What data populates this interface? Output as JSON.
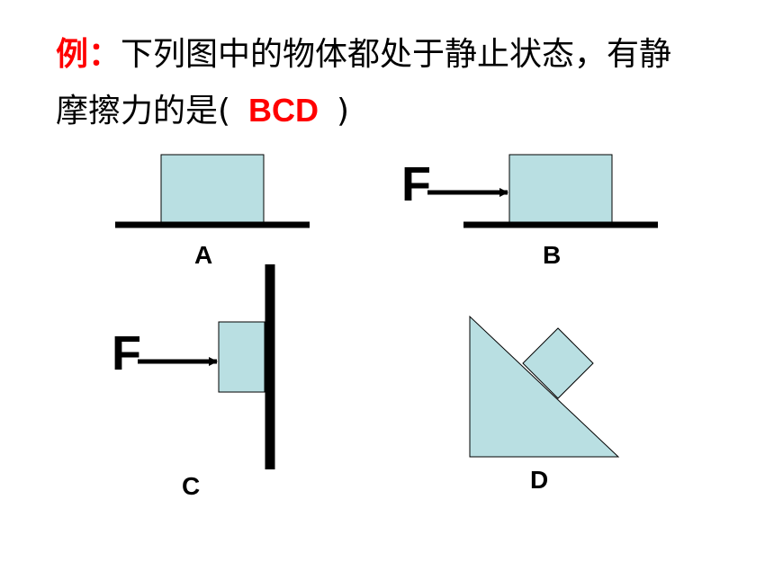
{
  "question": {
    "prefix": "例：",
    "text_line1": "下列图中的物体都处于静止状态，有静",
    "text_line2_start": "摩擦力的是(",
    "answer": "BCD",
    "text_line2_end": ")"
  },
  "figures": {
    "a_label": "A",
    "b_label": "B",
    "c_label": "C",
    "d_label": "D",
    "b_force": "F",
    "c_force": "F"
  },
  "colors": {
    "block_fill": "#b9dfe2",
    "outline": "#000000",
    "highlight": "#ff0000"
  }
}
